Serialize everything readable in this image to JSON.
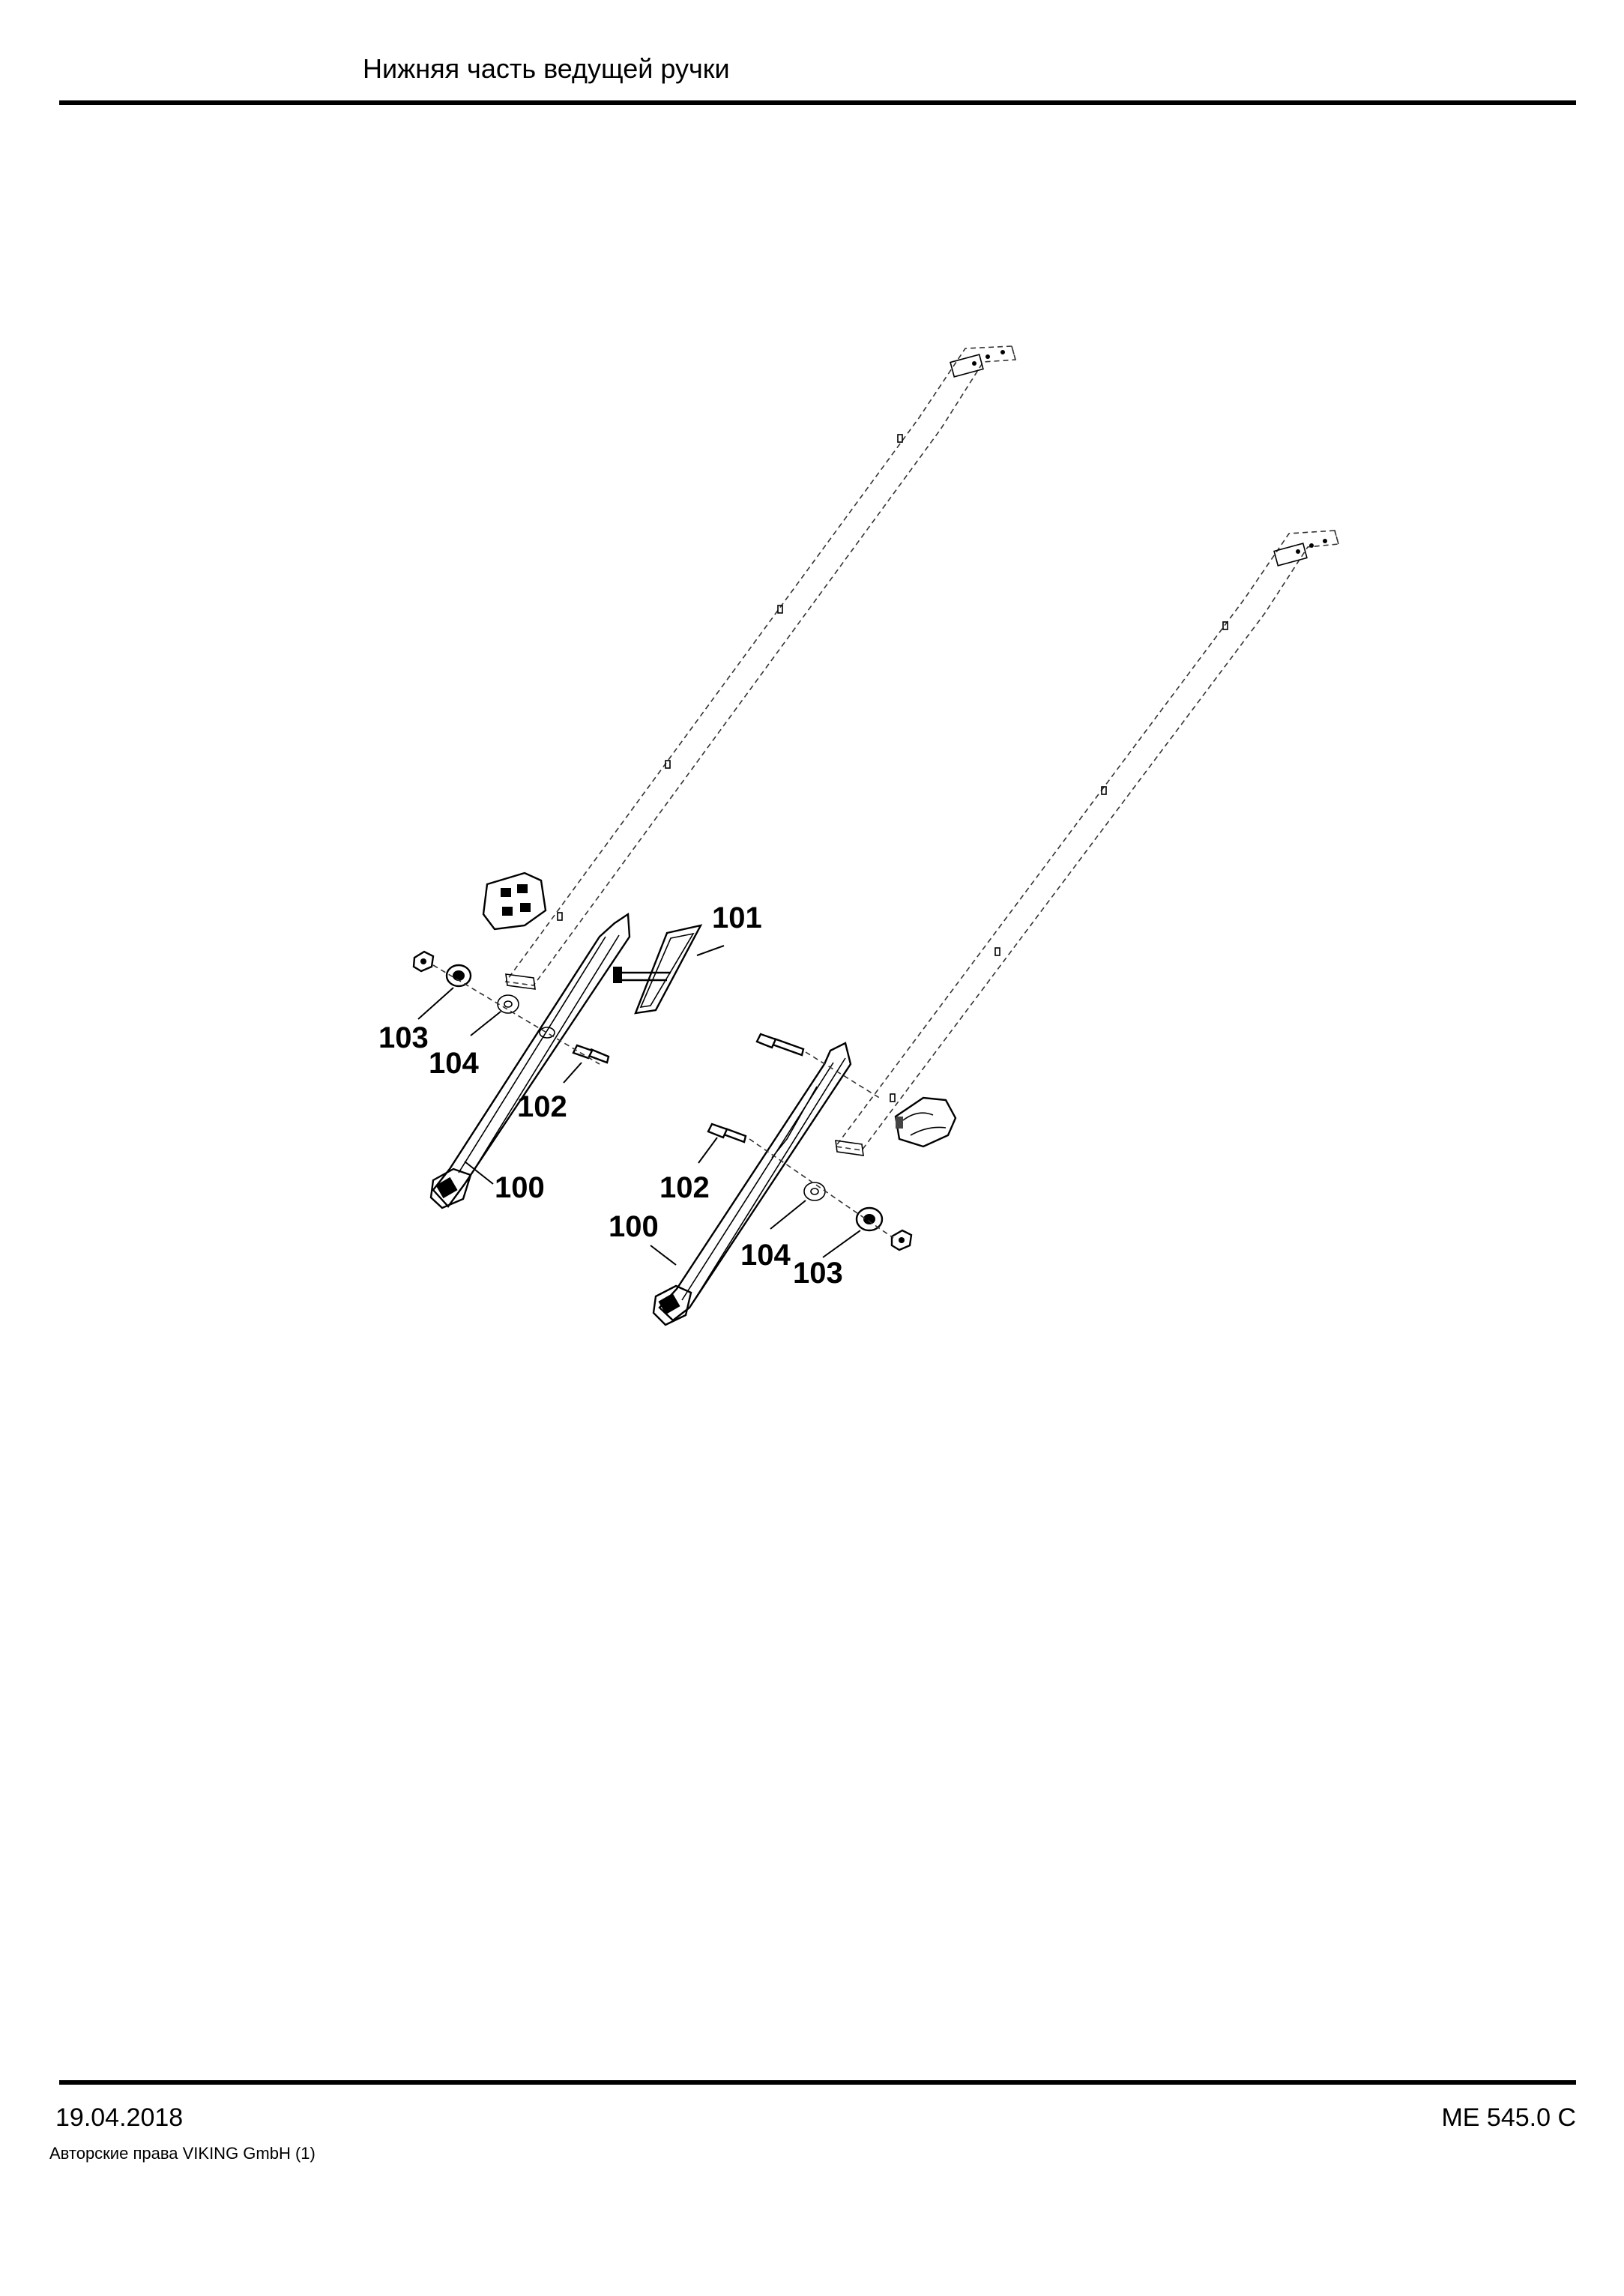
{
  "header": {
    "title": "Нижняя часть ведущей ручки"
  },
  "footer": {
    "date": "19.04.2018",
    "copyright": "Авторские права VIKING GmbH  (1)",
    "doc_code": "ME 545.0 C"
  },
  "callouts": {
    "left_101": "101",
    "left_103": "103",
    "left_104": "104",
    "left_102": "102",
    "left_100": "100",
    "right_102": "102",
    "right_100": "100",
    "right_104": "104",
    "right_103": "103"
  }
}
